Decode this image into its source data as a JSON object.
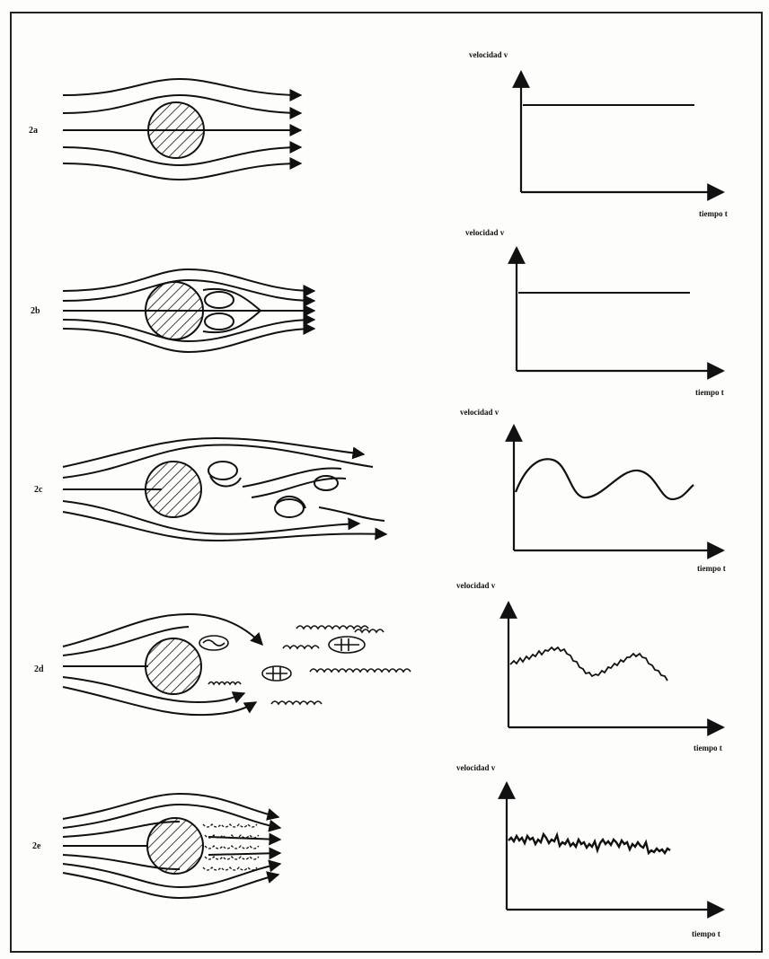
{
  "panels": [
    {
      "label": "2a",
      "regime": "laminar",
      "y_label": "velocidad v",
      "x_label": "tiempo t",
      "signal": "constant",
      "velocity_shape": "flat"
    },
    {
      "label": "2b",
      "regime": "laminar-separation-bubbles",
      "y_label": "velocidad v",
      "x_label": "tiempo t",
      "signal": "constant",
      "velocity_shape": "flat"
    },
    {
      "label": "2c",
      "regime": "vortex-street",
      "y_label": "velocidad v",
      "x_label": "tiempo t",
      "signal": "periodic",
      "velocity_shape": "smooth-wave"
    },
    {
      "label": "2d",
      "regime": "transition",
      "y_label": "velocidad v",
      "x_label": "tiempo t",
      "signal": "noisy-periodic",
      "velocity_shape": "jagged-wave"
    },
    {
      "label": "2e",
      "regime": "turbulent",
      "y_label": "velocidad v",
      "x_label": "tiempo t",
      "signal": "random",
      "velocity_shape": "turbulent-noise"
    }
  ],
  "colors": {
    "ink": "#111111",
    "paper": "#fdfdfc"
  }
}
